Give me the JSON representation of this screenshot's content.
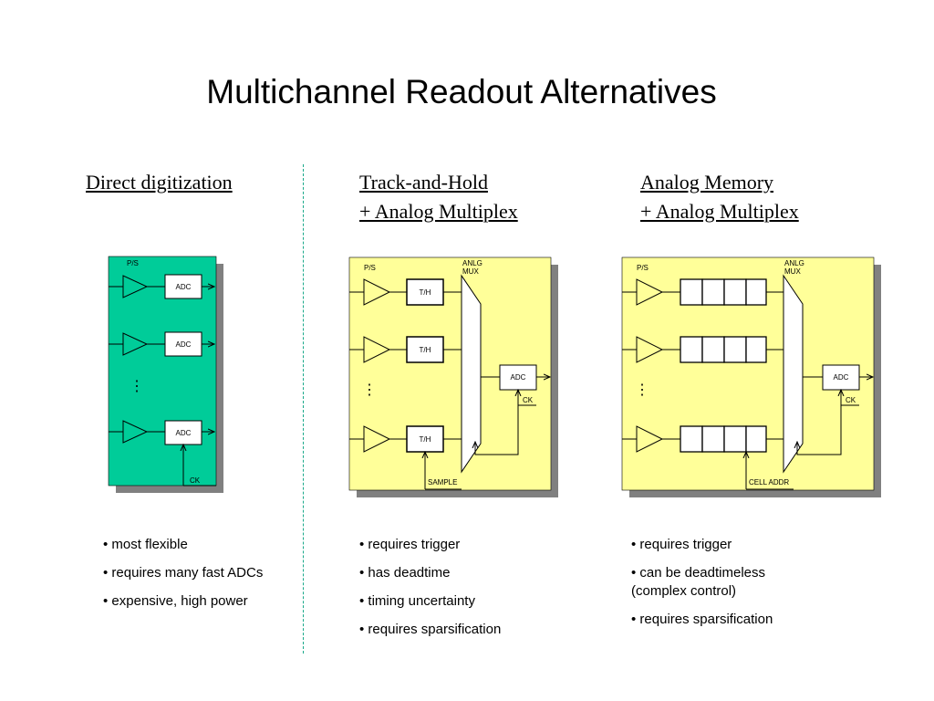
{
  "title": "Multichannel Readout Alternatives",
  "columns": [
    {
      "heading_lines": [
        "Direct digitization"
      ],
      "bullets": [
        "• most flexible",
        "• requires many fast ADCs",
        "• expensive, high power"
      ],
      "diagram": {
        "ps_label": "P/S",
        "adc_labels": [
          "ADC",
          "ADC",
          "ADC"
        ],
        "ck_label": "CK",
        "dots": "⋮"
      }
    },
    {
      "heading_lines": [
        "Track-and-Hold",
        "+ Analog Multiplex"
      ],
      "bullets": [
        "• requires trigger",
        "• has deadtime",
        "• timing uncertainty",
        "• requires sparsification"
      ],
      "diagram": {
        "ps_label": "P/S",
        "mux_label_1": "ANLG",
        "mux_label_2": "MUX",
        "th_labels": [
          "T/H",
          "T/H",
          "T/H"
        ],
        "adc_label": "ADC",
        "ck_label": "CK",
        "bottom_label": "SAMPLE",
        "dots": "⋮"
      }
    },
    {
      "heading_lines": [
        "Analog Memory",
        "+ Analog Multiplex"
      ],
      "bullets": [
        "• requires trigger",
        "• can be deadtimeless (complex control)",
        "• requires sparsification"
      ],
      "diagram": {
        "ps_label": "P/S",
        "mux_label_1": "ANLG",
        "mux_label_2": "MUX",
        "adc_label": "ADC",
        "ck_label": "CK",
        "bottom_label": "CELL ADDR",
        "dots": "⋮"
      }
    }
  ],
  "colors": {
    "green": "#00cc99",
    "yellow": "#ffff99",
    "shadow": "#808080",
    "divider": "#1aa98a"
  }
}
